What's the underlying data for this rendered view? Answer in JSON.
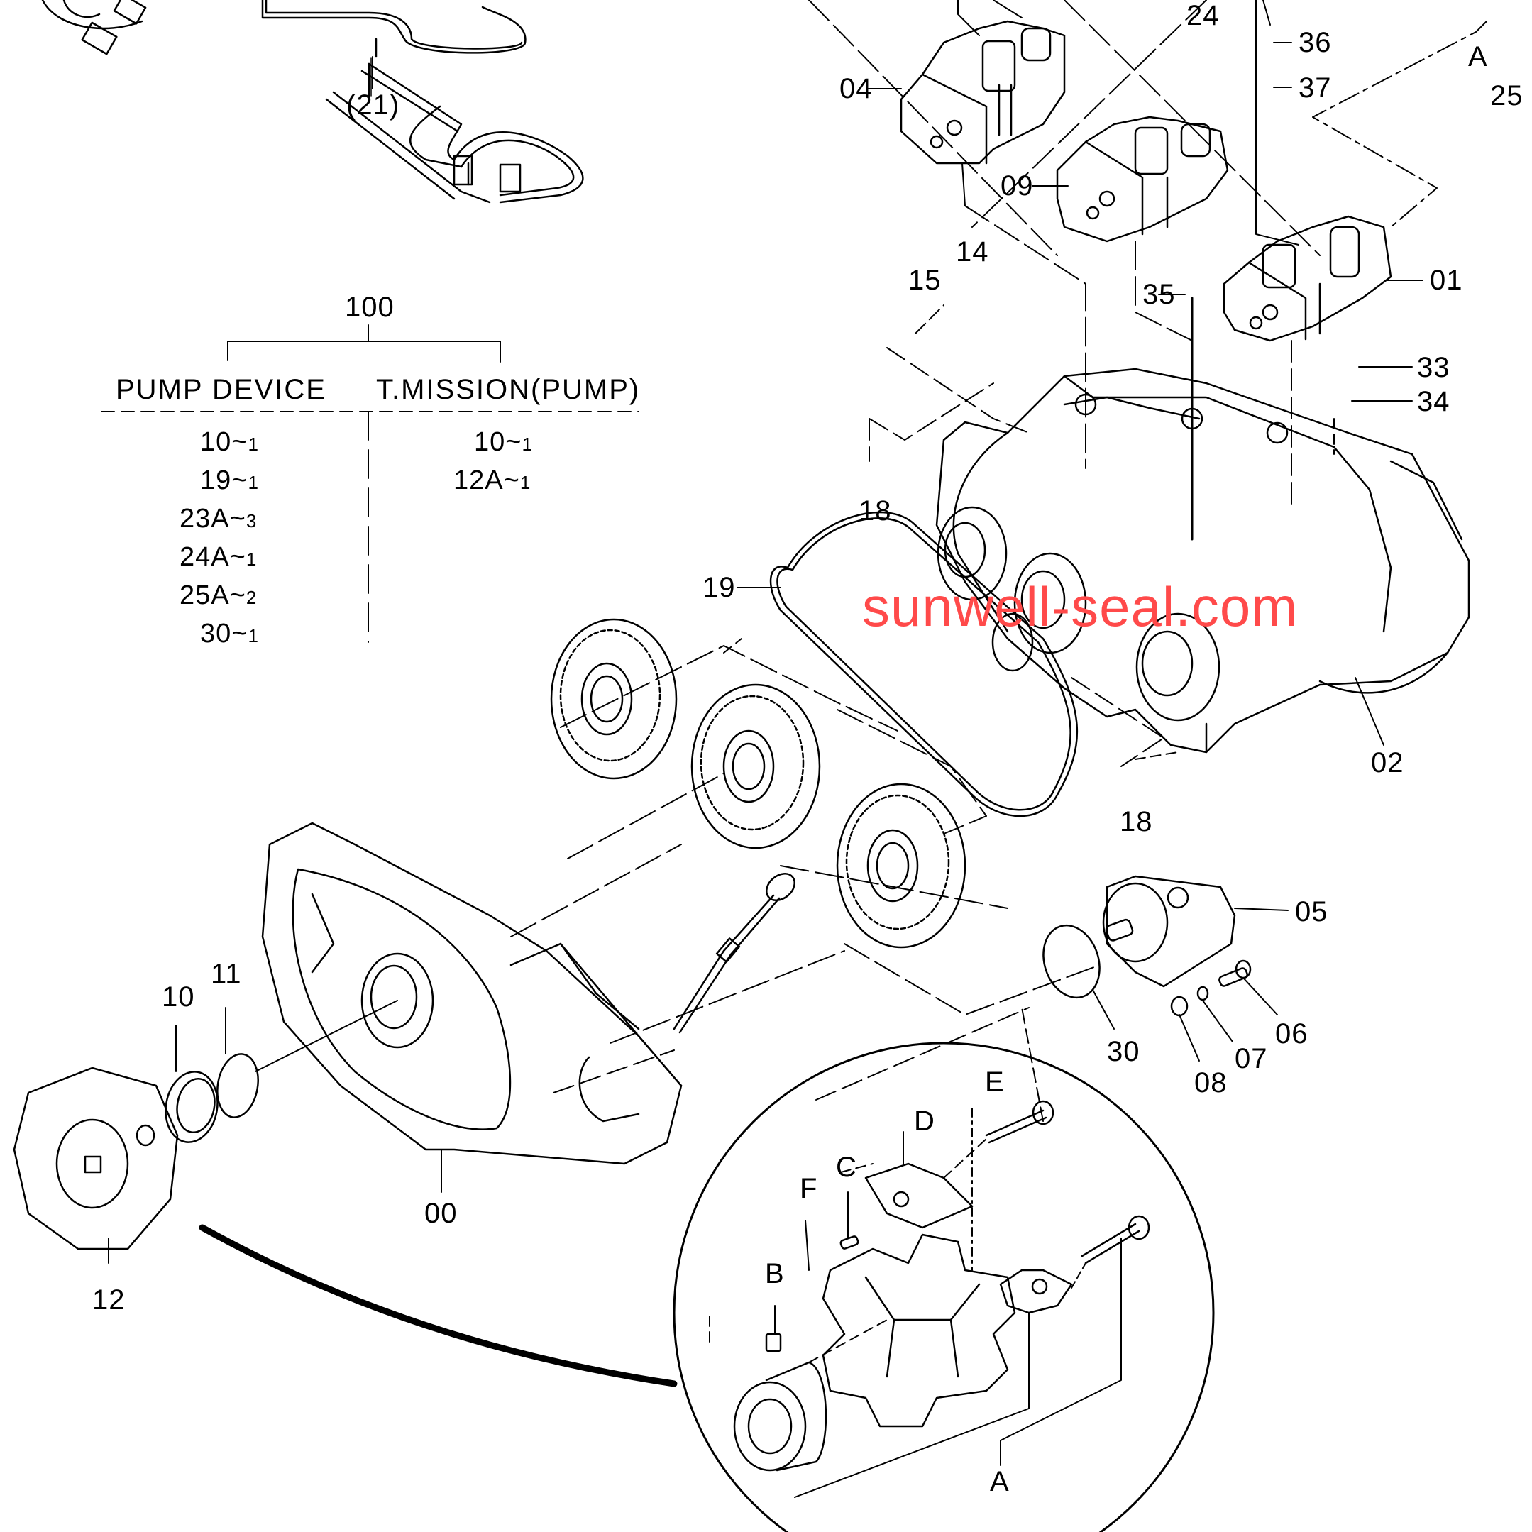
{
  "diagram": {
    "type": "exploded-parts-diagram",
    "subject": "Hydraulic pump device with transmission (pump) and coupling detail",
    "watermark": "sunwell-seal.com",
    "callouts": {
      "p21": "(21)",
      "p04": "04",
      "p24": "24",
      "p36": "36",
      "p37": "37",
      "pA_top": "A",
      "p25": "25",
      "p09": "09",
      "p14": "14",
      "p15": "15",
      "p35": "35",
      "p01": "01",
      "p33": "33",
      "p34": "34",
      "p18a": "18",
      "p19": "19",
      "p02": "02",
      "p18b": "18",
      "p05": "05",
      "p30": "30",
      "p06": "06",
      "p07": "07",
      "p08": "08",
      "p10": "10",
      "p11": "11",
      "p00": "00",
      "p12": "12",
      "pE": "E",
      "pD": "D",
      "pC": "C",
      "pF": "F",
      "pB": "B",
      "pA_detail": "A"
    },
    "assembly_table": {
      "root": "100",
      "columns": [
        {
          "header": "PUMP DEVICE",
          "rows": [
            {
              "part": "10",
              "qty": "1"
            },
            {
              "part": "19",
              "qty": "1"
            },
            {
              "part": "23A",
              "qty": "3"
            },
            {
              "part": "24A",
              "qty": "1"
            },
            {
              "part": "25A",
              "qty": "2"
            },
            {
              "part": "30",
              "qty": "1"
            }
          ]
        },
        {
          "header": "T.MISSION(PUMP)",
          "rows": [
            {
              "part": "10",
              "qty": "1"
            },
            {
              "part": "12A",
              "qty": "1"
            }
          ]
        }
      ],
      "separator": "~"
    }
  }
}
